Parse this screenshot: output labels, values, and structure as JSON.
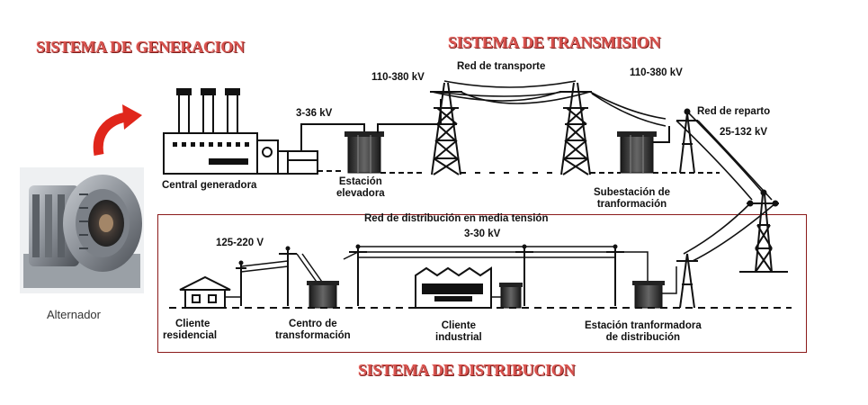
{
  "titles": {
    "generation": "SISTEMA DE GENERACION",
    "transmission": "SISTEMA DE TRANSMISION",
    "distribution": "SISTEMA DE DISTRIBUCION"
  },
  "labels": {
    "alternator": "Alternador",
    "voltage_gen": "3-36 kV",
    "voltage_trans_left": "110-380 kV",
    "voltage_trans_right": "110-380 kV",
    "red_transporte": "Red de transporte",
    "red_reparto": "Red de reparto",
    "voltage_reparto": "25-132  kV",
    "central": "Central generadora",
    "estacion_elevadora_1": "Estación",
    "estacion_elevadora_2": "elevadora",
    "subestacion_1": "Subestación de",
    "subestacion_2": "tranformación",
    "red_distribucion": "Red de distribución en media tensión",
    "voltage_dist": "3-30 kV",
    "voltage_low": "125-220 V",
    "cliente_res_1": "Cliente",
    "cliente_res_2": "residencial",
    "centro_1": "Centro de",
    "centro_2": "transformación",
    "cliente_ind_1": "Cliente",
    "cliente_ind_2": "industrial",
    "estacion_dist_1": "Estación tranformadora",
    "estacion_dist_2": "de distribución"
  },
  "colors": {
    "title_red": "#d9534f",
    "arrow_red": "#e0261b",
    "box_border": "#8b1a1a",
    "line": "#111111"
  },
  "icons": {
    "arrow": "curved-arrow-icon",
    "factory": "power-plant-icon",
    "transformer": "transformer-icon",
    "tower": "transmission-tower-icon",
    "house": "house-icon",
    "industry": "factory-icon",
    "pole": "utility-pole-icon"
  }
}
